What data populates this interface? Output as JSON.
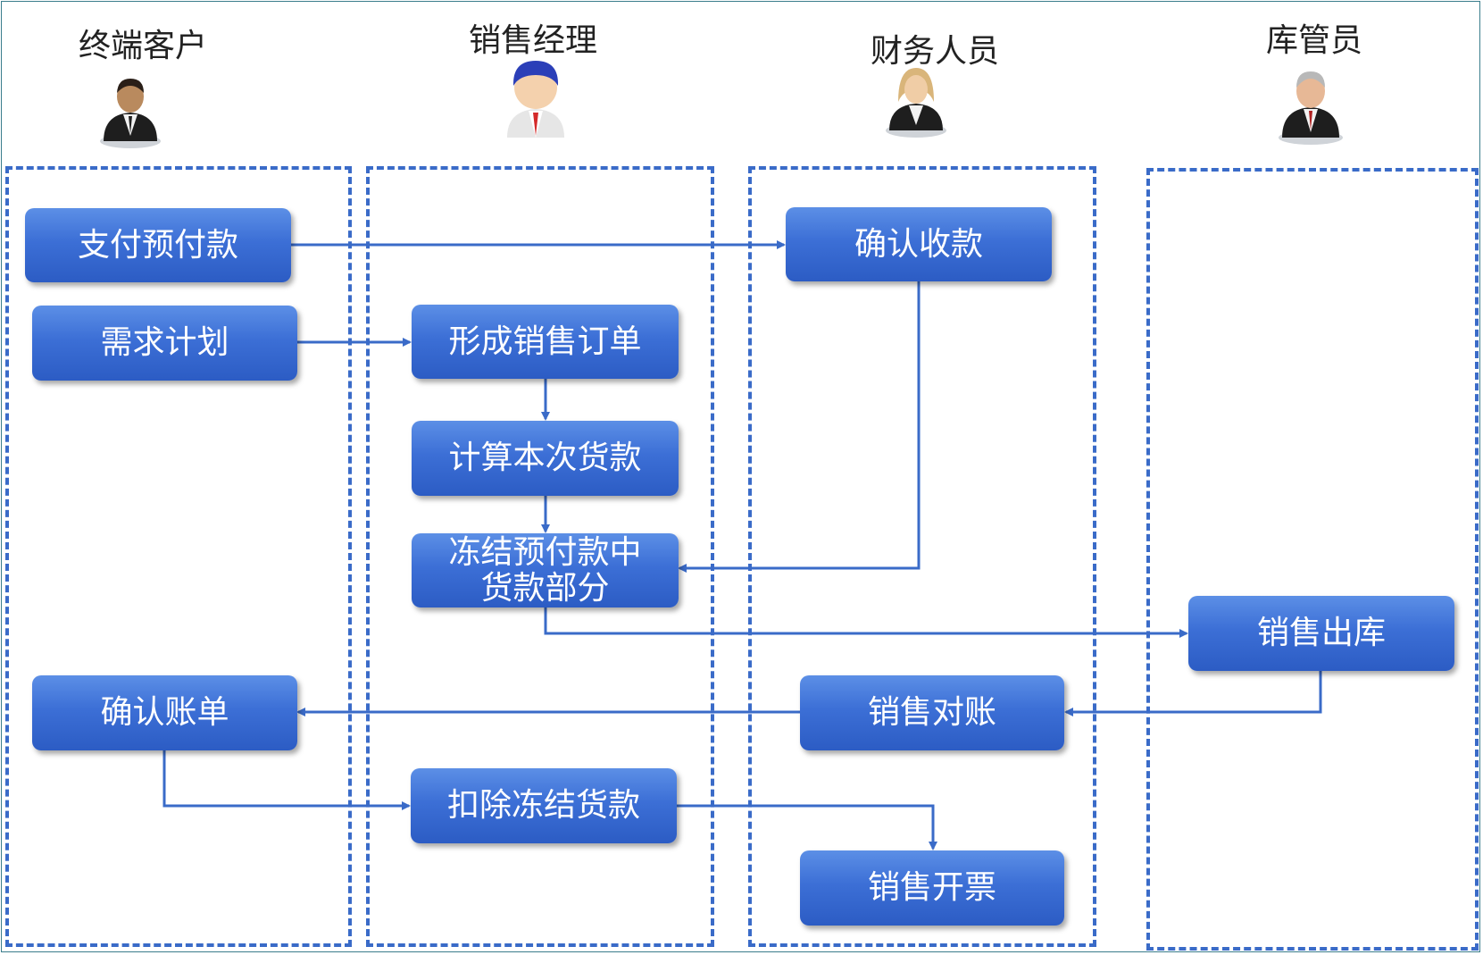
{
  "actors": {
    "customer": "终端客户",
    "sales_manager": "销售经理",
    "finance": "财务人员",
    "warehouse": "库管员"
  },
  "steps": {
    "pay_advance": "支付预付款",
    "demand_plan": "需求计划",
    "confirm_receipt": "确认收款",
    "create_order": "形成销售订单",
    "calc_payment": "计算本次货款",
    "freeze_payment": "冻结预付款中\n货款部分",
    "stock_out": "销售出库",
    "confirm_bill": "确认账单",
    "reconcile": "销售对账",
    "deduct_frozen": "扣除冻结货款",
    "invoice": "销售开票"
  },
  "colors": {
    "box": "#3c6fd6",
    "arrow": "#3a6bc8",
    "lane_border": "#3a6bc8"
  }
}
